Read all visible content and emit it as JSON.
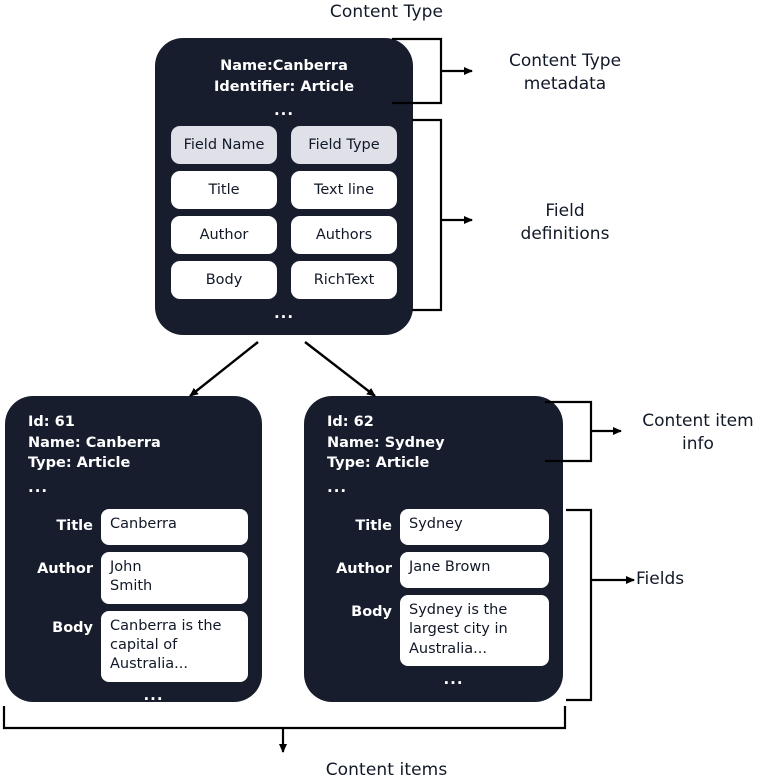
{
  "diagram": {
    "title_top": "Content Type",
    "title_bottom": "Content items"
  },
  "annotations": {
    "content_type_metadata": "Content Type\nmetadata",
    "field_definitions": "Field\ndefinitions",
    "content_item_info": "Content item\ninfo",
    "fields": "Fields"
  },
  "content_type": {
    "name_line": "Name:Canberra",
    "identifier_line": "Identifier: Article",
    "meta_ellipsis": "...",
    "bottom_ellipsis": "...",
    "field_table": {
      "headers": [
        "Field Name",
        "Field Type"
      ],
      "rows": [
        [
          "Title",
          "Text line"
        ],
        [
          "Author",
          "Authors"
        ],
        [
          "Body",
          "RichText"
        ]
      ]
    }
  },
  "content_items": [
    {
      "id_line": "Id: 61",
      "name_line": "Name: Canberra",
      "type_line": "Type: Article",
      "meta_ellipsis": "...",
      "bottom_ellipsis": "...",
      "fields": [
        {
          "label": "Title",
          "value": "Canberra"
        },
        {
          "label": "Author",
          "value": "John\nSmith"
        },
        {
          "label": "Body",
          "value": "Canberra is the\ncapital of\nAustralia..."
        }
      ]
    },
    {
      "id_line": "Id: 62",
      "name_line": "Name: Sydney",
      "type_line": "Type: Article",
      "meta_ellipsis": "...",
      "bottom_ellipsis": "...",
      "fields": [
        {
          "label": "Title",
          "value": "Sydney"
        },
        {
          "label": "Author",
          "value": "Jane Brown"
        },
        {
          "label": "Body",
          "value": "Sydney is the\nlargest city in\nAustralia..."
        }
      ]
    }
  ],
  "colors": {
    "card_background": "#171d2c",
    "card_text": "#ffffff",
    "value_box": "#ffffff",
    "header_cell": "#dfe0e8",
    "page_background": "#ffffff",
    "connector": "#000000"
  }
}
